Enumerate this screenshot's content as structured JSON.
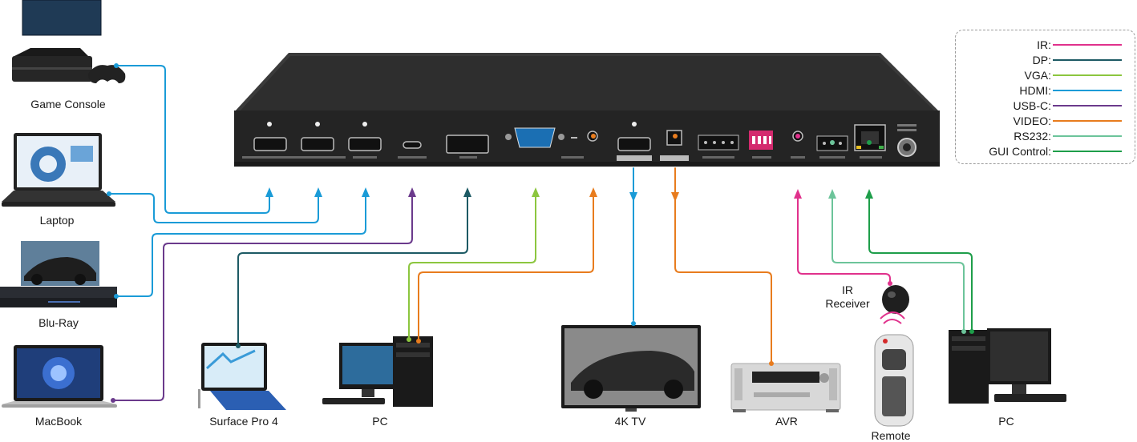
{
  "devices": {
    "game_console": "Game Console",
    "laptop": "Laptop",
    "bluray": "Blu-Ray",
    "macbook": "MacBook",
    "surface": "Surface Pro 4",
    "pc_left": "PC",
    "tv": "4K TV",
    "avr": "AVR",
    "ir_receiver": [
      "IR",
      "Receiver"
    ],
    "remote": "Remote",
    "pc_right": "PC"
  },
  "legend": [
    {
      "label": "IR:",
      "color": "#e0318c"
    },
    {
      "label": "DP:",
      "color": "#1d5a64"
    },
    {
      "label": "VGA:",
      "color": "#8cc63f"
    },
    {
      "label": "HDMI:",
      "color": "#1a9bd7"
    },
    {
      "label": "USB-C:",
      "color": "#6b3a8c"
    },
    {
      "label": "VIDEO:",
      "color": "#e87c1e"
    },
    {
      "label": "RS232:",
      "color": "#6cc49a"
    },
    {
      "label": "GUI Control:",
      "color": "#1e9e4a"
    }
  ],
  "colors": {
    "ir": "#e0318c",
    "dp": "#1d5a64",
    "vga": "#8cc63f",
    "hdmi": "#1a9bd7",
    "usbc": "#6b3a8c",
    "video": "#e87c1e",
    "rs232": "#6cc49a",
    "gui": "#1e9e4a",
    "chassis": "#2a2a2a"
  }
}
